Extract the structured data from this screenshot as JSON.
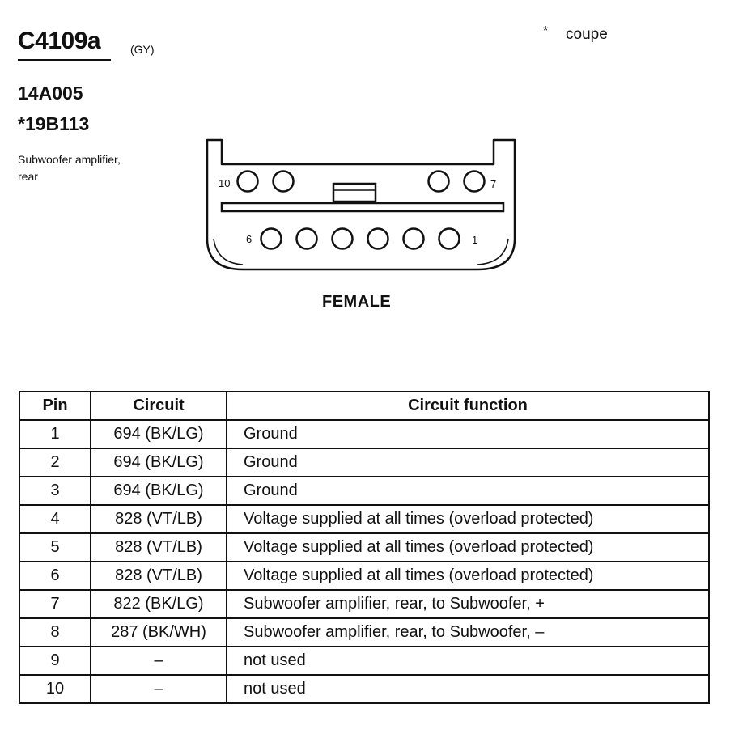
{
  "header": {
    "connector_id": "C4109a",
    "color_code": "(GY)",
    "part_numbers": [
      "14A005",
      "*19B113"
    ],
    "description_lines": [
      "Subwoofer amplifier,",
      "rear"
    ],
    "note_marker": "*",
    "note_text": "coupe"
  },
  "connector": {
    "gender_label": "FEMALE",
    "pin_labels": {
      "top_left": "10",
      "top_right": "7",
      "bottom_left": "6",
      "bottom_right": "1"
    },
    "top_row_cavities": 4,
    "bottom_row_cavities": 6
  },
  "table": {
    "headers": [
      "Pin",
      "Circuit",
      "Circuit function"
    ],
    "rows": [
      {
        "pin": "1",
        "circuit": "694 (BK/LG)",
        "function": "Ground"
      },
      {
        "pin": "2",
        "circuit": "694 (BK/LG)",
        "function": "Ground"
      },
      {
        "pin": "3",
        "circuit": "694 (BK/LG)",
        "function": "Ground"
      },
      {
        "pin": "4",
        "circuit": "828 (VT/LB)",
        "function": "Voltage supplied at all times (overload protected)"
      },
      {
        "pin": "5",
        "circuit": "828 (VT/LB)",
        "function": "Voltage supplied at all times (overload protected)"
      },
      {
        "pin": "6",
        "circuit": "828 (VT/LB)",
        "function": "Voltage supplied at all times (overload protected)"
      },
      {
        "pin": "7",
        "circuit": "822 (BK/LG)",
        "function": "Subwoofer amplifier, rear, to Subwoofer, +"
      },
      {
        "pin": "8",
        "circuit": "287 (BK/WH)",
        "function": "Subwoofer amplifier, rear, to Subwoofer, –"
      },
      {
        "pin": "9",
        "circuit": "–",
        "function": "not used"
      },
      {
        "pin": "10",
        "circuit": "–",
        "function": "not used"
      }
    ]
  }
}
